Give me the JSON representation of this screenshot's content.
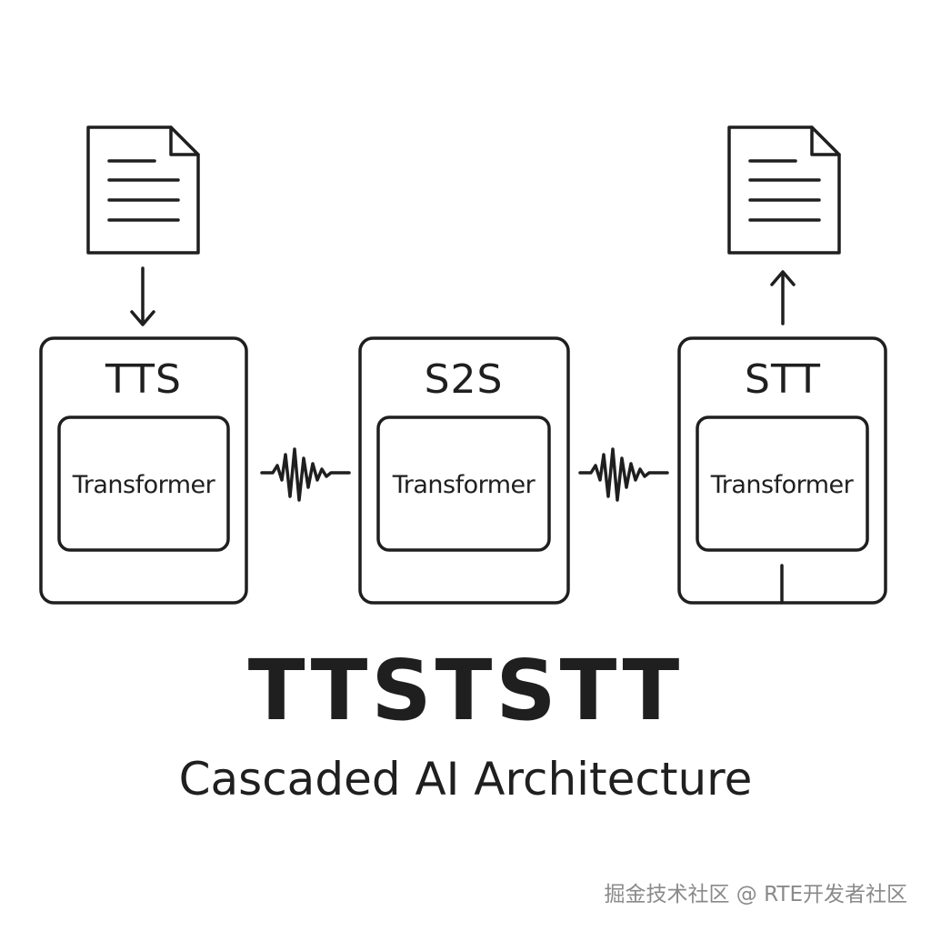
{
  "stages": [
    {
      "title": "TTS",
      "inner": "Transformer"
    },
    {
      "title": "S2S",
      "inner": "Transformer"
    },
    {
      "title": "STT",
      "inner": "Transformer"
    }
  ],
  "main_title": "TTSTSTT",
  "subtitle": "Cascaded AI Architecture",
  "watermark": "掘金技术社区 @ RTE开发者社区",
  "colors": {
    "stroke": "#1f1f1f",
    "background": "#ffffff",
    "watermark": "#8a8a8a"
  },
  "icons": [
    "document-icon",
    "arrow-down-icon",
    "arrow-up-icon",
    "waveform-icon"
  ]
}
